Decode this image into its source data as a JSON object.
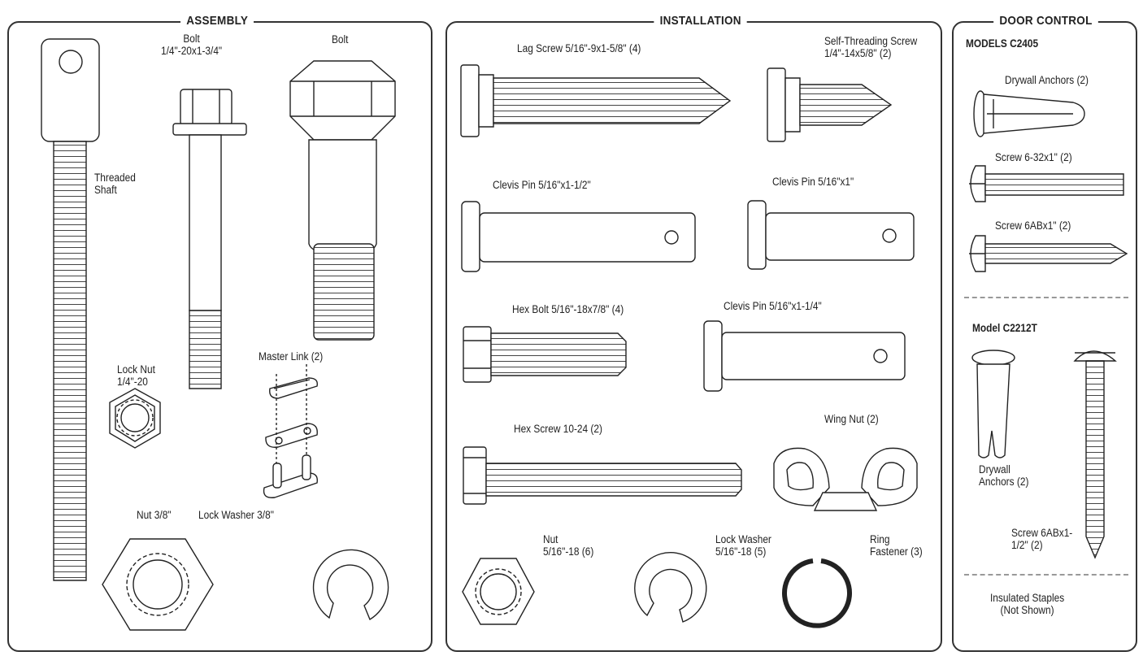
{
  "panels": {
    "assembly": {
      "title": "ASSEMBLY"
    },
    "installation": {
      "title": "INSTALLATION"
    },
    "door_control": {
      "title": "DOOR CONTROL"
    }
  },
  "assembly": {
    "threaded_shaft": "Threaded\nShaft",
    "bolt_small": "Bolt\n1/4\"-20x1-3/4\"",
    "bolt_large": "Bolt",
    "lock_nut": "Lock Nut\n1/4\"-20",
    "master_link": "Master Link (2)",
    "nut": "Nut 3/8\"",
    "lock_washer": "Lock Washer 3/8\""
  },
  "installation": {
    "lag_screw": "Lag Screw 5/16\"-9x1-5/8\" (4)",
    "self_threading_screw": "Self-Threading Screw\n1/4\"-14x5/8\" (2)",
    "clevis_pin_1": "Clevis Pin 5/16\"x1-1/2\"",
    "clevis_pin_2": "Clevis Pin 5/16\"x1\"",
    "hex_bolt": "Hex Bolt 5/16\"-18x7/8\" (4)",
    "clevis_pin_3": "Clevis Pin 5/16\"x1-1/4\"",
    "hex_screw": "Hex Screw 10-24 (2)",
    "wing_nut": "Wing Nut (2)",
    "nut": "Nut\n5/16\"-18 (6)",
    "lock_washer": "Lock Washer\n5/16\"-18 (5)",
    "ring_fastener": "Ring\nFastener (3)"
  },
  "door_control": {
    "models_c2405": "MODELS C2405",
    "drywall_anchors_1": "Drywall Anchors (2)",
    "screw_6_32": "Screw 6-32x1\" (2)",
    "screw_6ab": "Screw 6ABx1\" (2)",
    "model_c2212t": "Model C2212T",
    "drywall_anchors_2": "Drywall\nAnchors (2)",
    "screw_6ab_long": "Screw 6ABx1-\n1/2\" (2)",
    "insulated_staples": "Insulated Staples\n(Not Shown)"
  }
}
